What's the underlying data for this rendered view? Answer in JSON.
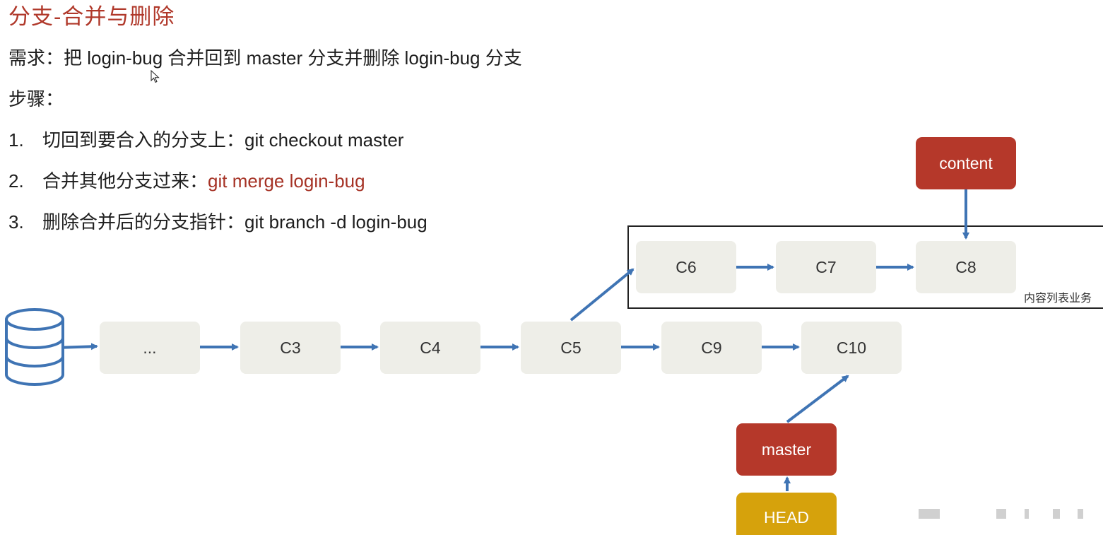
{
  "title": "分支-合并与删除",
  "requirement": "需求：把 login-bug 合并回到 master 分支并删除 login-bug 分支",
  "steps_label": "步骤：",
  "steps": [
    {
      "num": "1.",
      "text": "切回到要合入的分支上：git checkout master",
      "highlight": ""
    },
    {
      "num": "2.",
      "text": "合并其他分支过来：",
      "highlight": "git merge login-bug"
    },
    {
      "num": "3.",
      "text": "删除合并后的分支指针：git branch -d login-bug",
      "highlight": ""
    }
  ],
  "diagram": {
    "main_nodes": [
      "...",
      "C3",
      "C4",
      "C5",
      "C9",
      "C10"
    ],
    "branch_nodes": [
      "C6",
      "C7",
      "C8"
    ],
    "branch_box_label": "内容列表业务",
    "pointers": {
      "content": "content",
      "master": "master",
      "head": "HEAD"
    },
    "colors": {
      "node_bg": "#eeeee8",
      "pointer_red": "#b5382a",
      "head_yellow": "#d6a20c",
      "arrow_blue": "#3f74b4",
      "title_red": "#b0382a"
    },
    "icon": "database-icon"
  }
}
